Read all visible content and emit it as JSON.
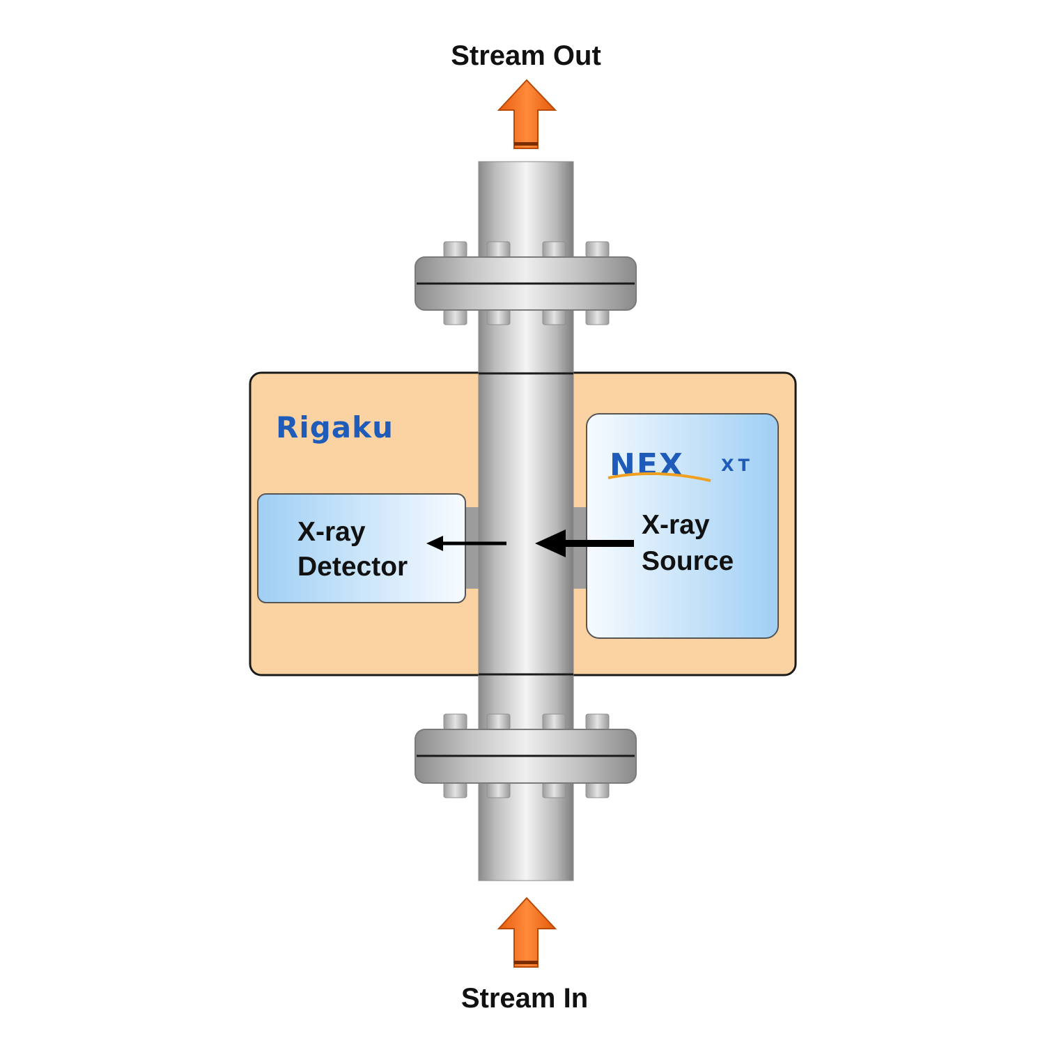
{
  "stream_out_label": "Stream Out",
  "stream_in_label": "Stream In",
  "brand_logo": "Rigaku",
  "product_logo": {
    "main": "NEX",
    "sub": "XT"
  },
  "detector": {
    "line1": "X-ray",
    "line2": "Detector"
  },
  "source": {
    "line1": "X-ray",
    "line2": "Source"
  },
  "colors": {
    "flow_arrow": "#f26a1b",
    "housing": "#fbd3a2",
    "module_blue": "#9fd0f5",
    "brand_blue": "#1f5bb8",
    "pipe": "#c7c7c7"
  }
}
